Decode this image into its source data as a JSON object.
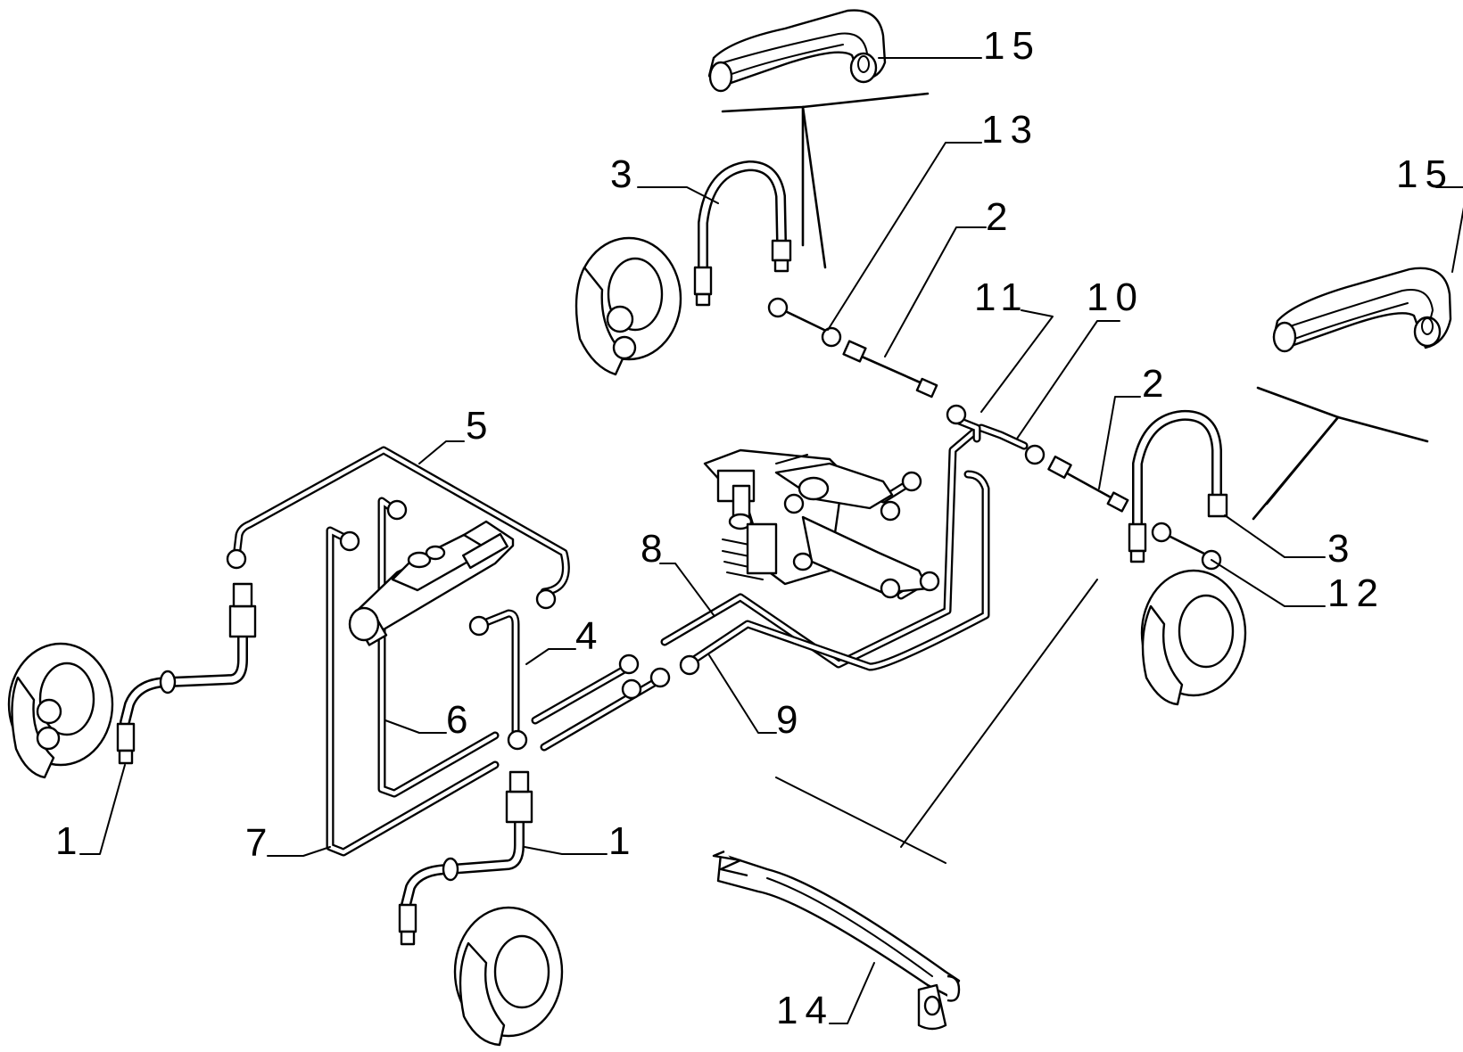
{
  "callouts": [
    {
      "id": "c15a",
      "text": "15"
    },
    {
      "id": "c13",
      "text": "13"
    },
    {
      "id": "c3a",
      "text": "3"
    },
    {
      "id": "c15b",
      "text": "15"
    },
    {
      "id": "c2a",
      "text": "2"
    },
    {
      "id": "c11",
      "text": "11"
    },
    {
      "id": "c10",
      "text": "10"
    },
    {
      "id": "c5",
      "text": "5"
    },
    {
      "id": "c2b",
      "text": "2"
    },
    {
      "id": "c8",
      "text": "8"
    },
    {
      "id": "c3b",
      "text": "3"
    },
    {
      "id": "c12",
      "text": "12"
    },
    {
      "id": "c4",
      "text": "4"
    },
    {
      "id": "c6",
      "text": "6"
    },
    {
      "id": "c9",
      "text": "9"
    },
    {
      "id": "c1a",
      "text": "1"
    },
    {
      "id": "c7",
      "text": "7"
    },
    {
      "id": "c1b",
      "text": "1"
    },
    {
      "id": "c14",
      "text": "14"
    }
  ]
}
